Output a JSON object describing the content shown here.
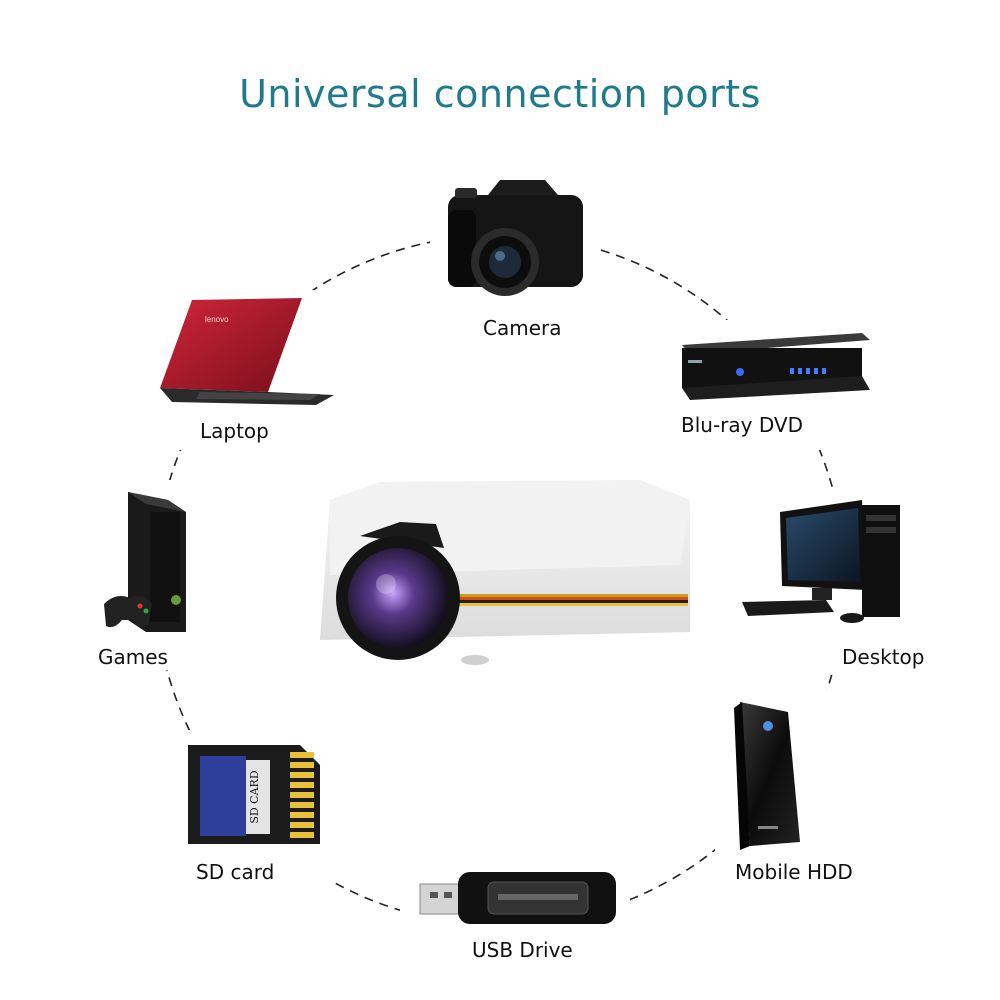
{
  "title": "Universal connection ports",
  "colors": {
    "title": "#1f7a8c",
    "ring": "#222222"
  },
  "devices": [
    {
      "label": "Camera",
      "icon": "camera-icon"
    },
    {
      "label": "Blu-ray DVD",
      "icon": "bluray-player-icon"
    },
    {
      "label": "Desktop",
      "icon": "desktop-computer-icon"
    },
    {
      "label": "Mobile HDD",
      "icon": "external-hard-drive-icon"
    },
    {
      "label": "USB Drive",
      "icon": "usb-drive-icon"
    },
    {
      "label": "SD card",
      "icon": "sd-card-icon",
      "card_text": "SD CARD"
    },
    {
      "label": "Games",
      "icon": "game-console-icon"
    },
    {
      "label": "Laptop",
      "icon": "laptop-icon",
      "brand_text": "lenovo"
    }
  ],
  "center": {
    "icon": "projector-icon"
  }
}
